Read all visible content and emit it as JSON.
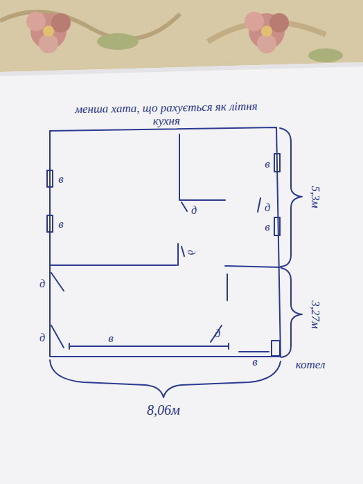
{
  "diagram": {
    "title": "менша хата, що рахується як літня кухня",
    "labels": [
      "в",
      "в",
      "д",
      "д",
      "в",
      "в",
      "5,3м",
      "д",
      "д",
      "3,27м",
      "д",
      "д",
      "в",
      "в",
      "котел",
      "8,06м"
    ]
  }
}
